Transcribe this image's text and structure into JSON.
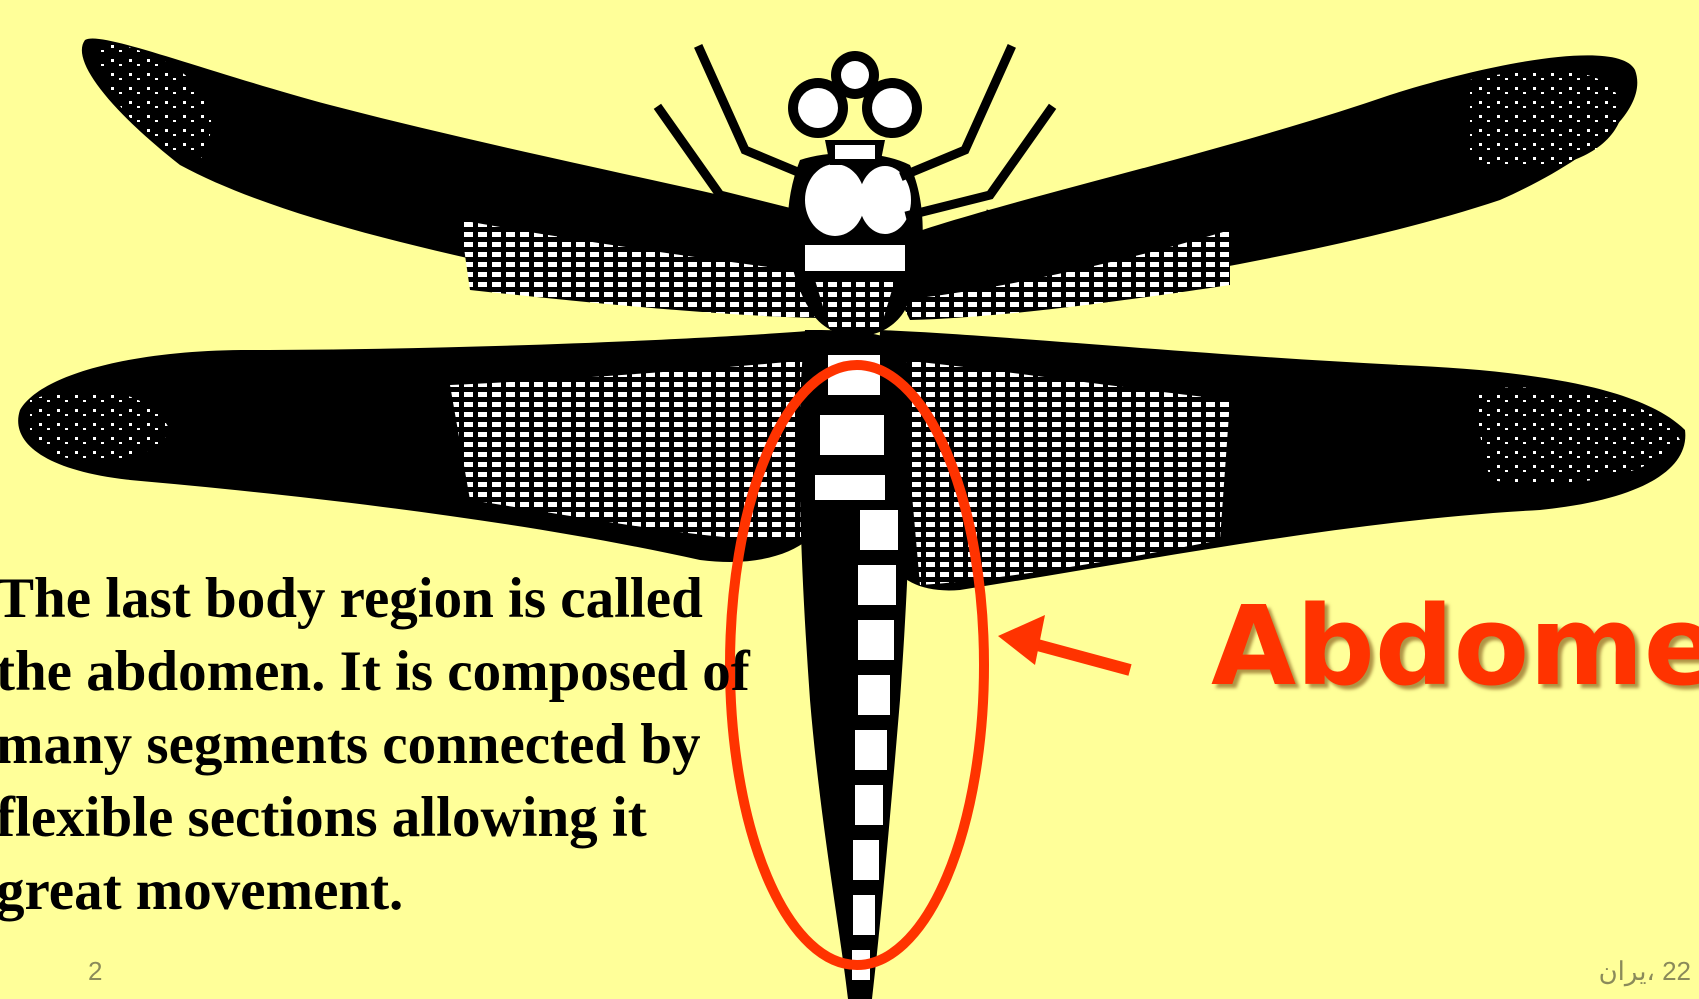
{
  "slide": {
    "description_text": "The last body region is called the abdomen.  It is composed of many segments connected by flexible sections allowing it great movement.",
    "label": "Abdomen",
    "slide_number": "2",
    "date": "22 ،يران"
  },
  "colors": {
    "background": "#ffff99",
    "annotation": "#ff3300",
    "ink": "#000000"
  }
}
